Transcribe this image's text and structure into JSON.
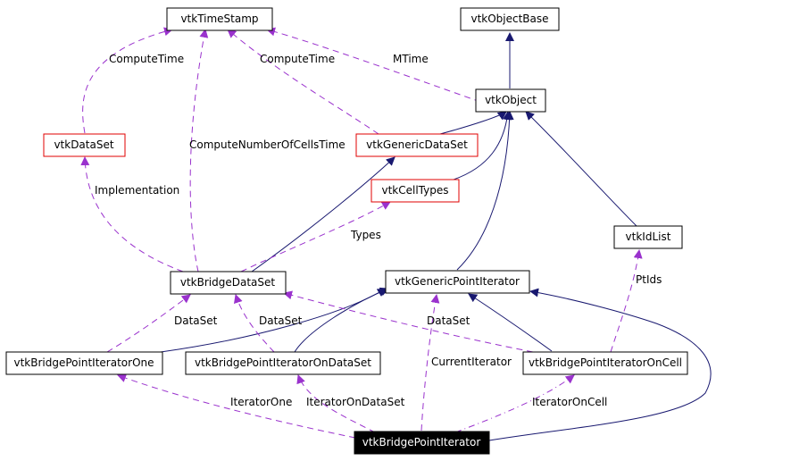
{
  "nodes": {
    "timestamp": "vtkTimeStamp",
    "objectbase": "vtkObjectBase",
    "object": "vtkObject",
    "dataset": "vtkDataSet",
    "genericdataset": "vtkGenericDataSet",
    "celltypes": "vtkCellTypes",
    "idlist": "vtkIdList",
    "bridgedataset": "vtkBridgeDataSet",
    "genericpointiterator": "vtkGenericPointIterator",
    "pointiteratorone": "vtkBridgePointIteratorOne",
    "pointiteratorondataset": "vtkBridgePointIteratorOnDataSet",
    "pointiteratoroncell": "vtkBridgePointIteratorOnCell",
    "bridgepointiterator": "vtkBridgePointIterator"
  },
  "labels": {
    "computetime_left": "ComputeTime",
    "computetime_mid": "ComputeTime",
    "mtime": "MTime",
    "computenumberofcellstime": "ComputeNumberOfCellsTime",
    "implementation": "Implementation",
    "types": "Types",
    "ptids": "PtIds",
    "dataset_left": "DataSet",
    "dataset_mid": "DataSet",
    "dataset_right": "DataSet",
    "currentiterator": "CurrentIterator",
    "iteratorone": "IteratorOne",
    "iteratorondataset": "IteratorOnDataSet",
    "iteratoroncell": "IteratorOnCell"
  },
  "colors": {
    "inheritance_edge": "#191970",
    "usage_edge": "#9a32cd",
    "highlight_node_fill": "#000000",
    "warning_border": "#e00000"
  }
}
